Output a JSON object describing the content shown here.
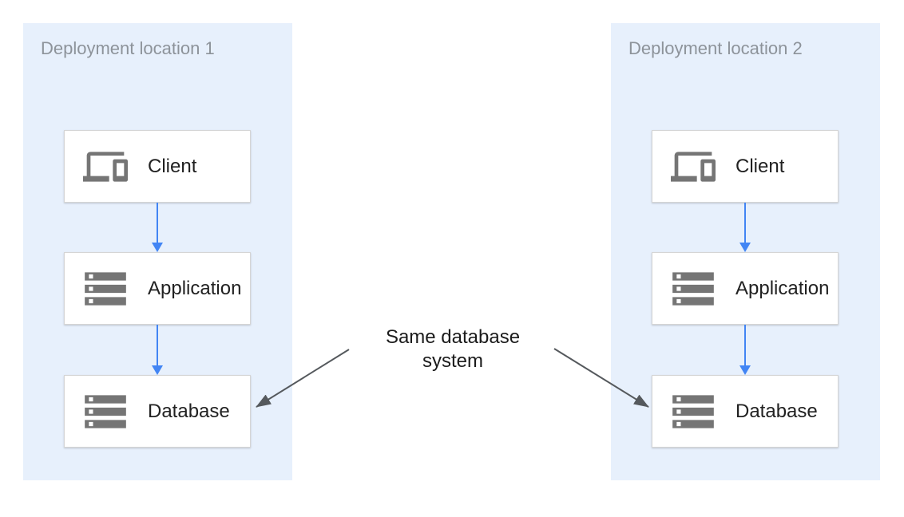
{
  "diagram": {
    "panels": [
      {
        "title": "Deployment location 1",
        "nodes": [
          {
            "label": "Client",
            "icon": "client-devices-icon"
          },
          {
            "label": "Application",
            "icon": "server-stack-icon"
          },
          {
            "label": "Database",
            "icon": "server-stack-icon"
          }
        ]
      },
      {
        "title": "Deployment location 2",
        "nodes": [
          {
            "label": "Client",
            "icon": "client-devices-icon"
          },
          {
            "label": "Application",
            "icon": "server-stack-icon"
          },
          {
            "label": "Database",
            "icon": "server-stack-icon"
          }
        ]
      }
    ],
    "annotation": {
      "text": "Same database system"
    },
    "colors": {
      "panel_background": "#e7f0fc",
      "node_background": "#ffffff",
      "node_border": "#d5d5d5",
      "flow_arrow_blue": "#4285f4",
      "annotation_arrow_gray": "#55595d",
      "icon_gray": "#757575",
      "panel_title_text": "#8d939a",
      "node_label_text": "#212121",
      "annotation_text": "#1b1b1b"
    }
  }
}
